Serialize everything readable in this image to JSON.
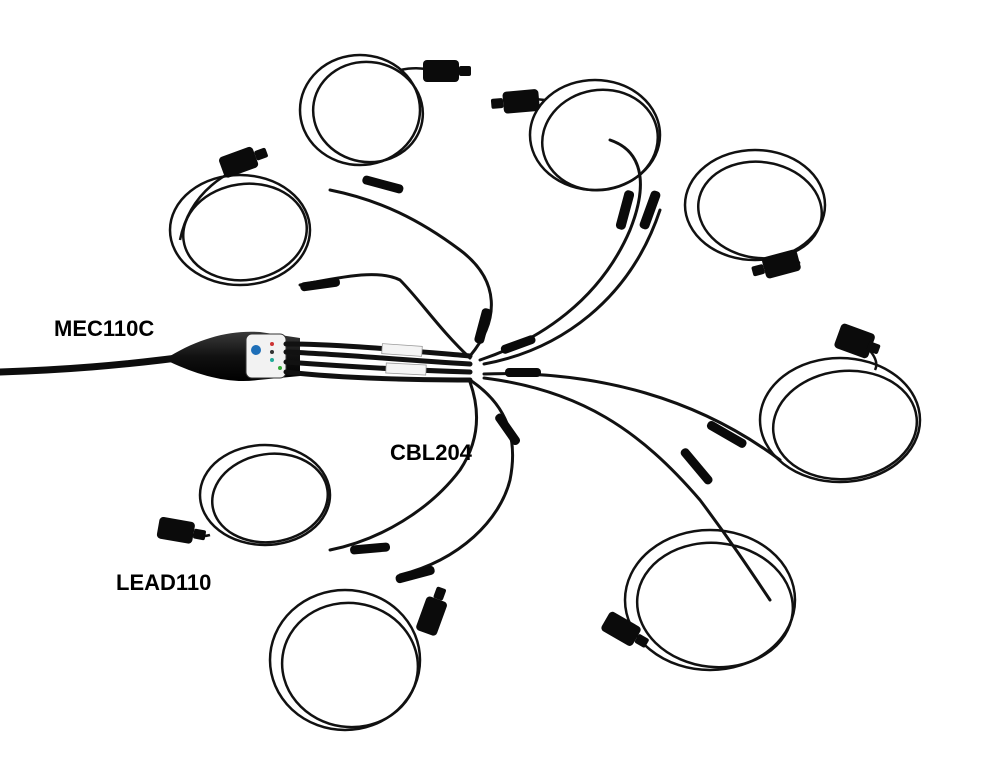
{
  "labels": {
    "mec110c": "MEC110C",
    "cbl204": "CBL204",
    "lead110": "LEAD110"
  },
  "colors": {
    "background": "#ffffff",
    "cable": "#111111",
    "hub_label_accent": "#1e6fb8"
  },
  "icons": {
    "electrode_clip": "electrode-clip-icon",
    "hub": "splitter-hub-icon"
  }
}
